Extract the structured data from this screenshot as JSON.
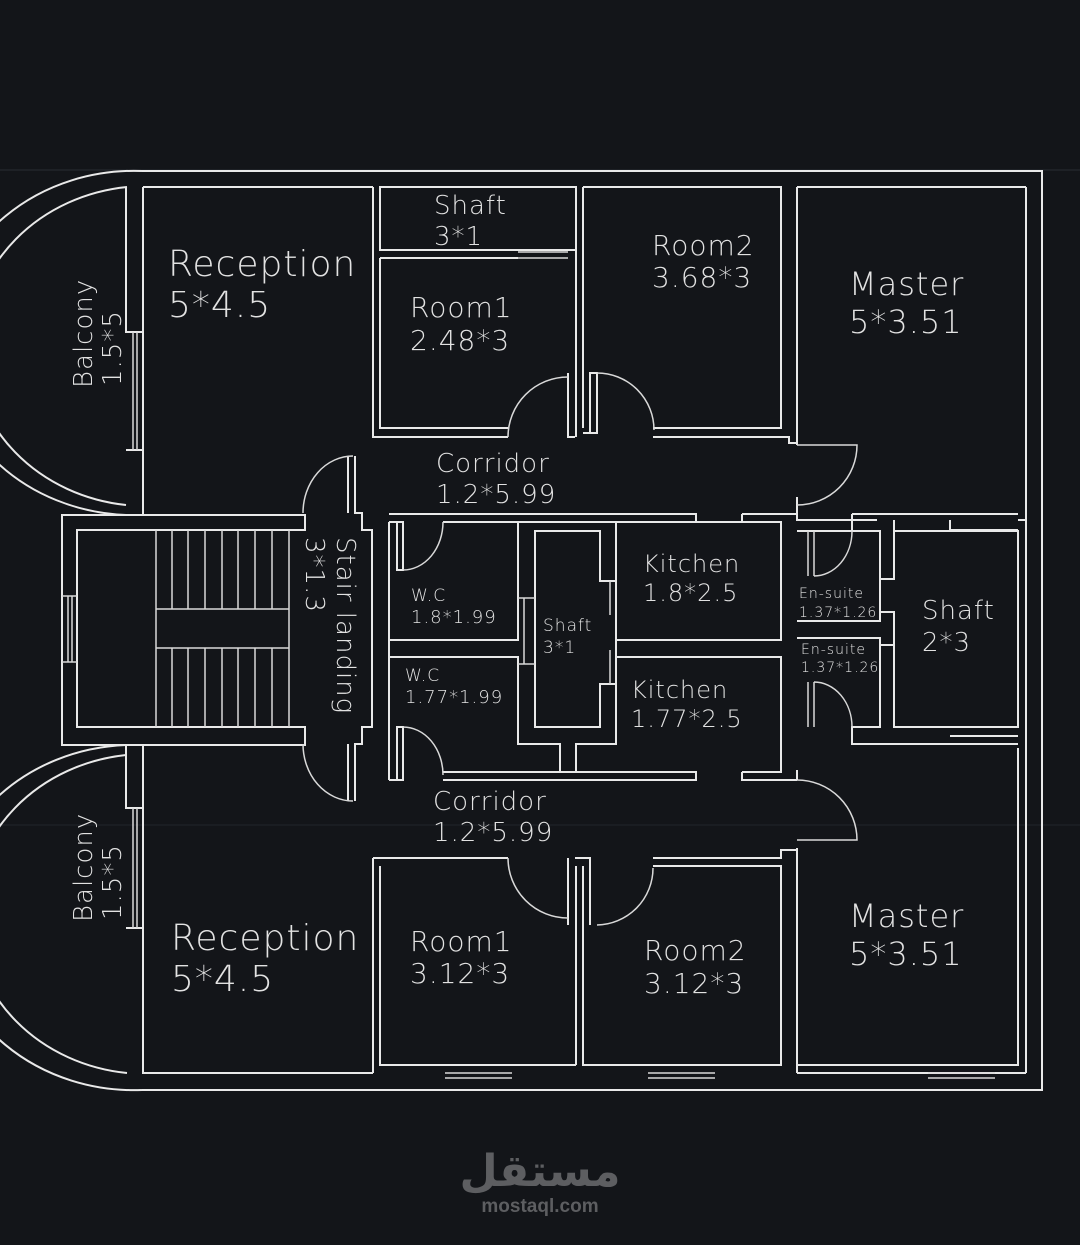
{
  "title": "Floor plan",
  "colors": {
    "background": "#131519",
    "lines": "#e9e9e9",
    "watermark": "#5d5e61"
  },
  "rooms": {
    "reception_top": {
      "name": "Reception",
      "size": "5*4.5"
    },
    "balcony_top": {
      "name": "Balcony",
      "size": "1.5*5"
    },
    "shaft_top": {
      "name": "Shaft",
      "size": "3*1"
    },
    "room1_top": {
      "name": "Room1",
      "size": "2.48*3"
    },
    "room2_top": {
      "name": "Room2",
      "size": "3.68*3"
    },
    "master_top": {
      "name": "Master",
      "size": "5*3.51"
    },
    "corridor_top": {
      "name": "Corridor",
      "size": "1.2*5.99"
    },
    "stair_landing": {
      "name": "Stair landing",
      "size": "3*1.3"
    },
    "wc_top": {
      "name": "W.C",
      "size": "1.8*1.99"
    },
    "wc_bottom": {
      "name": "W.C",
      "size": "1.77*1.99"
    },
    "shaft_mid": {
      "name": "Shaft",
      "size": "3*1"
    },
    "kitchen_top": {
      "name": "Kitchen",
      "size": "1.8*2.5"
    },
    "kitchen_bottom": {
      "name": "Kitchen",
      "size": "1.77*2.5"
    },
    "ensuite_top": {
      "name": "En-suite",
      "size": "1.37*1.26"
    },
    "ensuite_bottom": {
      "name": "En-suite",
      "size": "1.37*1.26"
    },
    "shaft_right": {
      "name": "Shaft",
      "size": "2*3"
    },
    "corridor_bottom": {
      "name": "Corridor",
      "size": "1.2*5.99"
    },
    "reception_bottom": {
      "name": "Reception",
      "size": "5*4.5"
    },
    "balcony_bottom": {
      "name": "Balcony",
      "size": "1.5*5"
    },
    "room1_bottom": {
      "name": "Room1",
      "size": "3.12*3"
    },
    "room2_bottom": {
      "name": "Room2",
      "size": "3.12*3"
    },
    "master_bottom": {
      "name": "Master",
      "size": "5*3.51"
    }
  },
  "watermark": {
    "arabic": "مستقل",
    "latin": "mostaql.com"
  }
}
